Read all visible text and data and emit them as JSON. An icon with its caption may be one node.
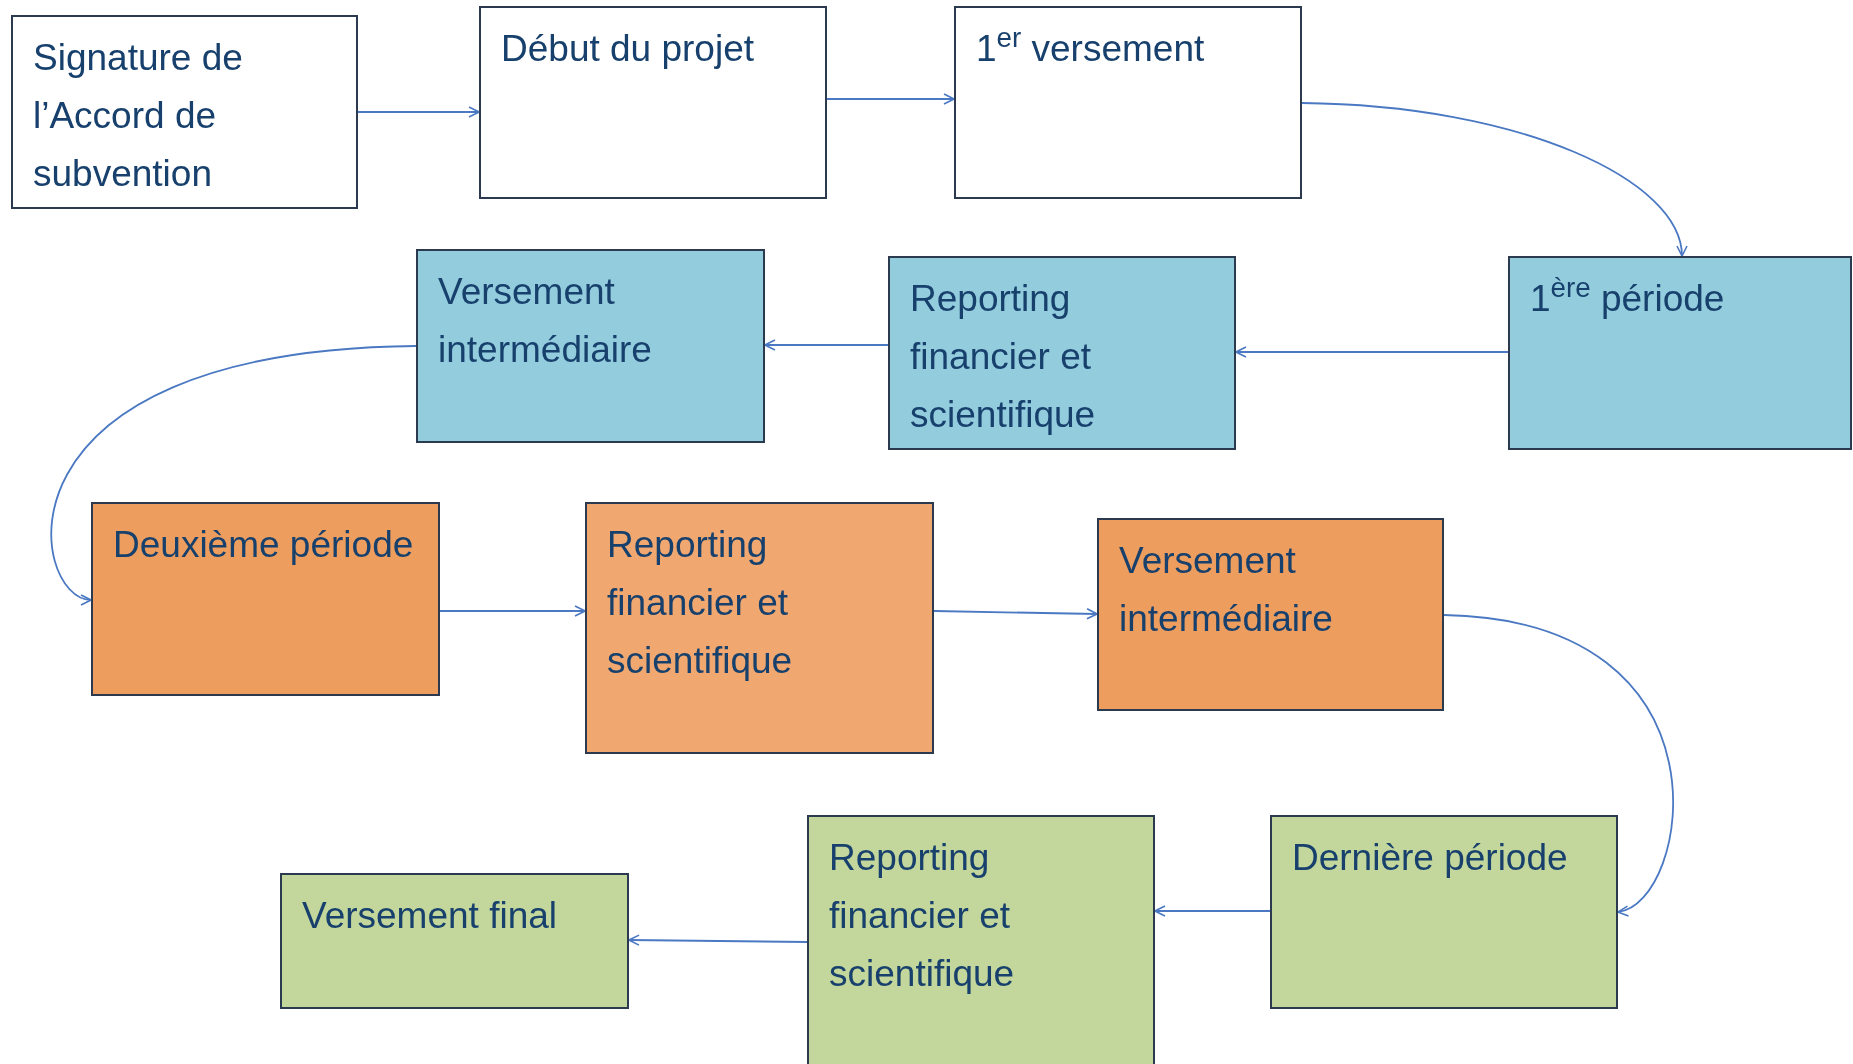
{
  "diagram": {
    "nodes": [
      {
        "text": [
          "Signature de l’Accord de subvention"
        ]
      },
      {
        "text": [
          "Début du projet"
        ]
      },
      {
        "text": [
          "1$^{er}$ versement"
        ]
      },
      {
        "text": [
          "1$^{ère}$ période"
        ]
      },
      {
        "text": [
          "Reporting financier et scientifique"
        ]
      },
      {
        "text": [
          "Versement intermédiaire"
        ]
      },
      {
        "text": [
          "Deuxième période"
        ]
      },
      {
        "text": [
          "Reporting financier et scientifique"
        ]
      },
      {
        "text": [
          "Versement intermédiaire"
        ]
      },
      {
        "text": [
          "Dernière période"
        ]
      },
      {
        "text": [
          "Reporting financier et scientifique"
        ]
      },
      {
        "text": [
          "Versement final"
        ]
      }
    ],
    "edges": [
      {
        "from": 0,
        "to": 1,
        "arrow": "to"
      },
      {
        "from": 1,
        "to": 2,
        "arrow": "to"
      },
      {
        "from": 2,
        "to": 3,
        "arrow": "to"
      },
      {
        "from": 3,
        "to": 4,
        "arrow": "to"
      },
      {
        "from": 4,
        "to": 5,
        "arrow": "to"
      },
      {
        "from": 5,
        "to": 6,
        "arrow": "to"
      },
      {
        "from": 6,
        "to": 7,
        "arrow": "to"
      },
      {
        "from": 7,
        "to": 8,
        "arrow": "to"
      },
      {
        "from": 8,
        "to": 9,
        "arrow": "to"
      },
      {
        "from": 9,
        "to": 10,
        "arrow": "to"
      },
      {
        "from": 10,
        "to": 11,
        "arrow": "to"
      }
    ]
  }
}
